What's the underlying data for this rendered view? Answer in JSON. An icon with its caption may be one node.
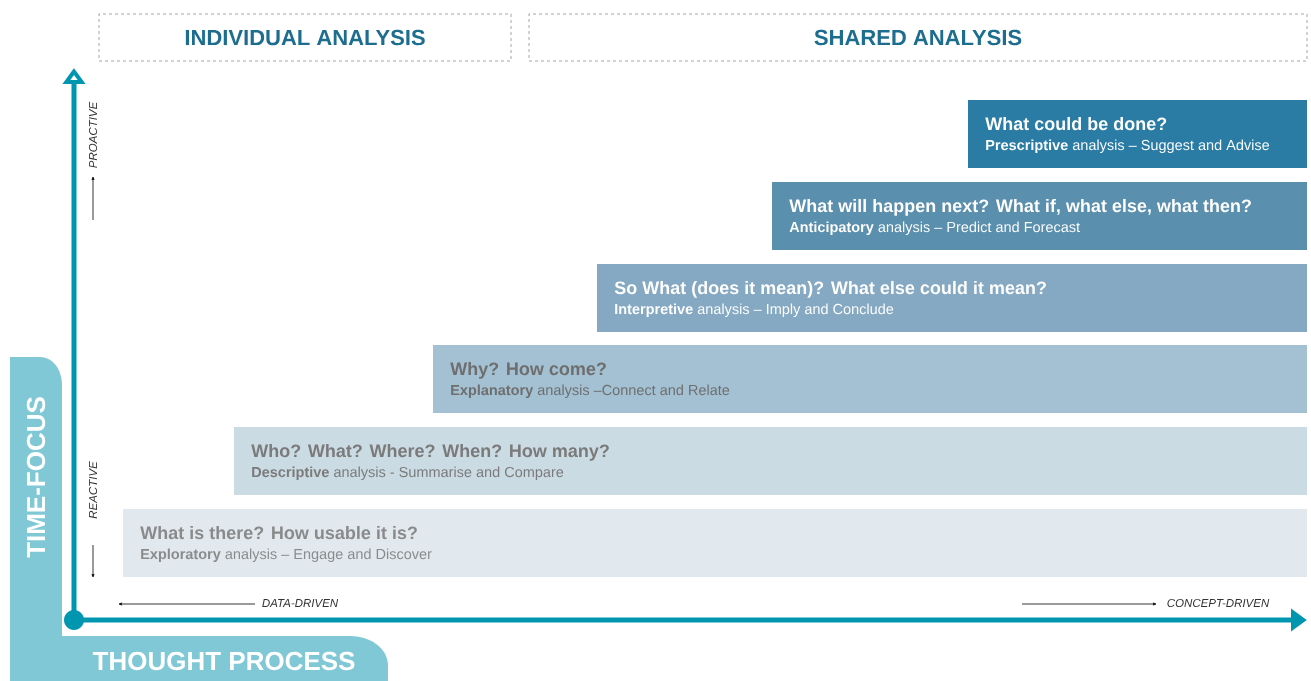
{
  "diagram": {
    "nodes": [
      {
        "text": [
          "INDIVIDUAL ANALYSIS"
        ]
      },
      {
        "text": [
          "SHARED ANALYSIS"
        ]
      },
      {
        "text": [
          "What could be done?",
          "**Prescriptive** analysis – Suggest and Advise"
        ]
      },
      {
        "text": [
          "What will happen next?  What if, what else, what then?",
          "**Anticipatory** analysis – Predict and Forecast"
        ]
      },
      {
        "text": [
          "So What (does it mean)? What else could it mean?",
          "**Interpretive** analysis – Imply and Conclude"
        ]
      },
      {
        "text": [
          "Why? How come?",
          "**Explanatory** analysis –Connect and Relate"
        ]
      },
      {
        "text": [
          "Who? What? Where? When? How many?",
          "**Descriptive** analysis - Summarise and Compare"
        ]
      },
      {
        "text": [
          "What is there? How usable it is?",
          "**Exploratory** analysis – Engage and Discover"
        ]
      },
      {
        "text": [
          "TIME-FOCUS"
        ]
      },
      {
        "text": [
          "THOUGHT PROCESS"
        ]
      }
    ],
    "labels": [
      "PROACTIVE",
      "REACTIVE",
      "DATA-DRIVEN",
      "CONCEPT-DRIVEN"
    ]
  }
}
